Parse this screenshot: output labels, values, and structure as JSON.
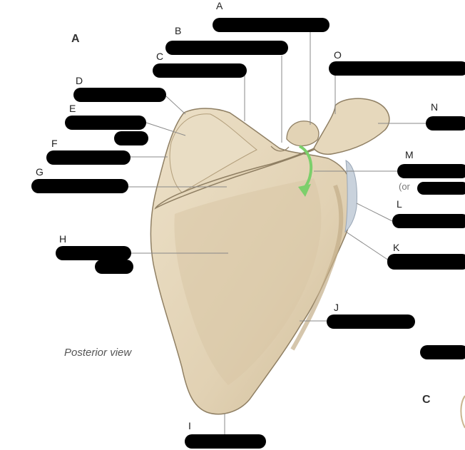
{
  "panel_a": "A",
  "panel_c": "C",
  "caption": "Posterior view",
  "note": "(or",
  "labels": [
    "A",
    "B",
    "C",
    "D",
    "E",
    "F",
    "G",
    "H",
    "I",
    "J",
    "K",
    "L",
    "M",
    "N",
    "O"
  ],
  "colors": {
    "bone": "#e3d4b8",
    "outline": "#8f7f63",
    "shadow": "#c8b592",
    "redaction": "#000000",
    "arrow": "#7ccf6b",
    "cartilage": "#c9d2dc"
  }
}
